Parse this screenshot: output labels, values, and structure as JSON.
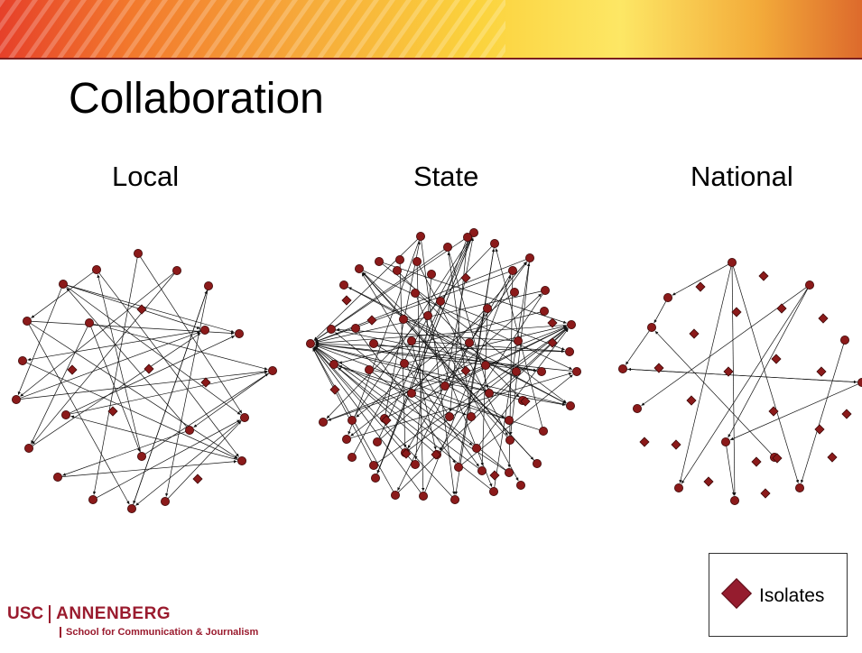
{
  "title": "Collaboration",
  "panels": [
    {
      "label": "Local"
    },
    {
      "label": "State"
    },
    {
      "label": "National"
    }
  ],
  "legend": {
    "label": "Isolates",
    "color": "#951c2e"
  },
  "logo": {
    "usc": "USC",
    "annenberg": "ANNENBERG",
    "school": "School for Communication & Journalism"
  },
  "colors": {
    "node": "#8b1a1a",
    "node_stroke": "#3d0808",
    "edge": "#111111",
    "accent": "#9a1b2e"
  }
}
